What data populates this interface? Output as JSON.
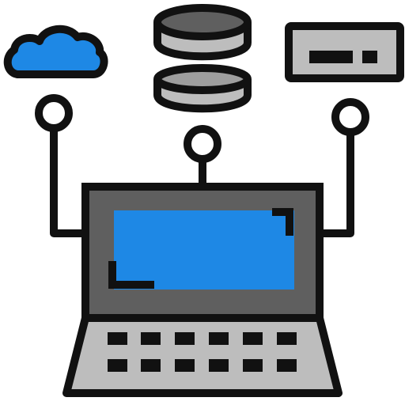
{
  "illustration": {
    "subject": "laptop-connected-to-cloud-database-server",
    "colors": {
      "outline": "#111111",
      "screen": "#1e88e5",
      "cloud": "#1e88e5",
      "bezel": "#5f5f5f",
      "gray_light": "#bdbdbd",
      "gray_mid": "#9e9e9e",
      "node_fill": "#ffffff"
    },
    "icons": [
      "cloud-icon",
      "database-icon",
      "server-icon",
      "laptop-icon"
    ],
    "keyboard": {
      "rows": 2,
      "keys_per_row": 6
    }
  }
}
